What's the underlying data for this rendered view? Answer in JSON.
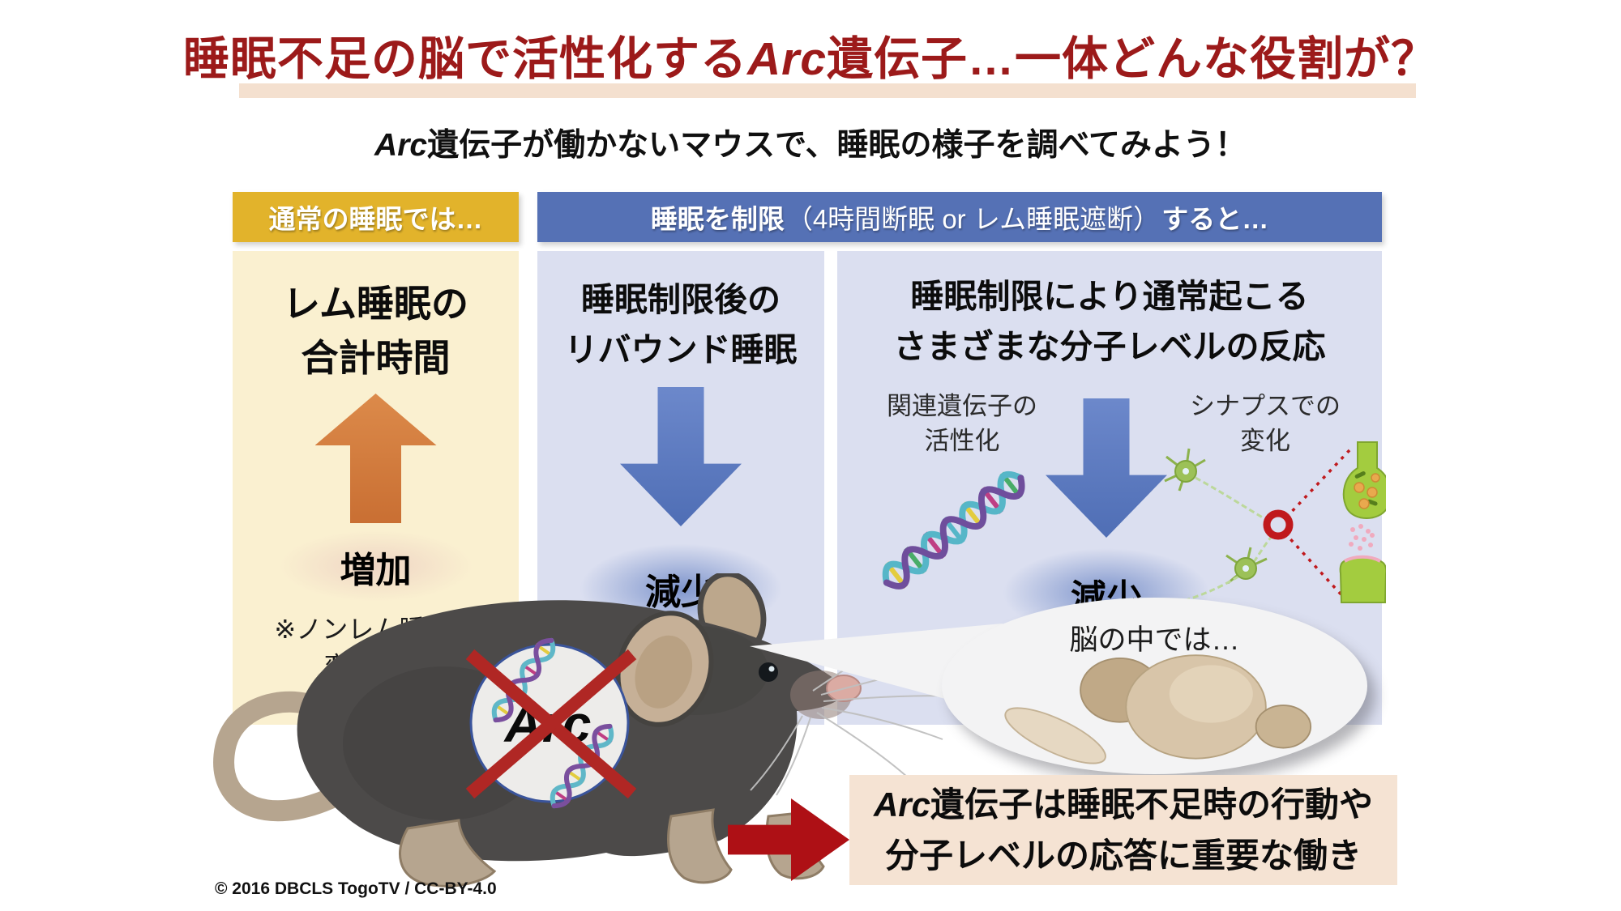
{
  "title": {
    "prefix": "睡眠不足の脳で活性化する",
    "arc": "Arc",
    "suffix": "遺伝子…一体どんな役割が？"
  },
  "subtitle": {
    "arc": "Arc",
    "rest": "遺伝子が働かないマウスで、睡眠の様子を調べてみよう！"
  },
  "headers": {
    "normal_sleep": "通常の睡眠では…",
    "restriction_bold1": "睡眠を制限",
    "restriction_paren": "（4時間断眠 or レム睡眠遮断）",
    "restriction_bold2": "すると…"
  },
  "panels": {
    "rem": {
      "heading_line1": "レム睡眠の",
      "heading_line2": "合計時間",
      "result": "増加",
      "note_line1": "※ノンレム睡眠は",
      "note_line2": "変化なし"
    },
    "rebound": {
      "heading_line1": "睡眠制限後の",
      "heading_line2": "リバウンド睡眠",
      "result": "減少"
    },
    "molecular": {
      "heading_line1": "睡眠制限により通常起こる",
      "heading_line2": "さまざまな分子レベルの反応",
      "gene_label_line1": "関連遺伝子の",
      "gene_label_line2": "活性化",
      "synapse_label_line1": "シナプスでの",
      "synapse_label_line2": "変化",
      "result": "減少"
    }
  },
  "bubble": {
    "label": "脳の中では…"
  },
  "mouse": {
    "gene_label": "Arc"
  },
  "conclusion": {
    "arc": "Arc",
    "line1_rest": "遺伝子は睡眠不足時の行動や",
    "line2": "分子レベルの応答に重要な働き"
  },
  "footer": {
    "copyright": "© 2016 DBCLS TogoTV / CC-BY-4.0"
  },
  "icons": {
    "up_arrow": "increase-arrow",
    "down_arrow": "decrease-arrow",
    "right_arrow": "conclusion-arrow",
    "dna": "dna-helix-icon",
    "synapse": "neuron-synapse-icon",
    "brain": "mouse-brain-icon",
    "mouse": "knockout-mouse-illustration",
    "cross": "red-cross-knockout"
  },
  "colors": {
    "title_red": "#9C1A1A",
    "title_underline": "#F4E0CF",
    "gold_header": "#E2B32B",
    "blue_header": "#5571B5",
    "cream_panel": "#FAF0D0",
    "lavender_panel": "#DBDFF0",
    "orange_arrow": "#CF7A3D",
    "blue_arrow": "#5B79C4",
    "dark_red_arrow": "#AE1015",
    "conclusion_box": "#F5E3D3",
    "mouse_body": "#4C4A49",
    "mouse_tan": "#B6A58F"
  }
}
